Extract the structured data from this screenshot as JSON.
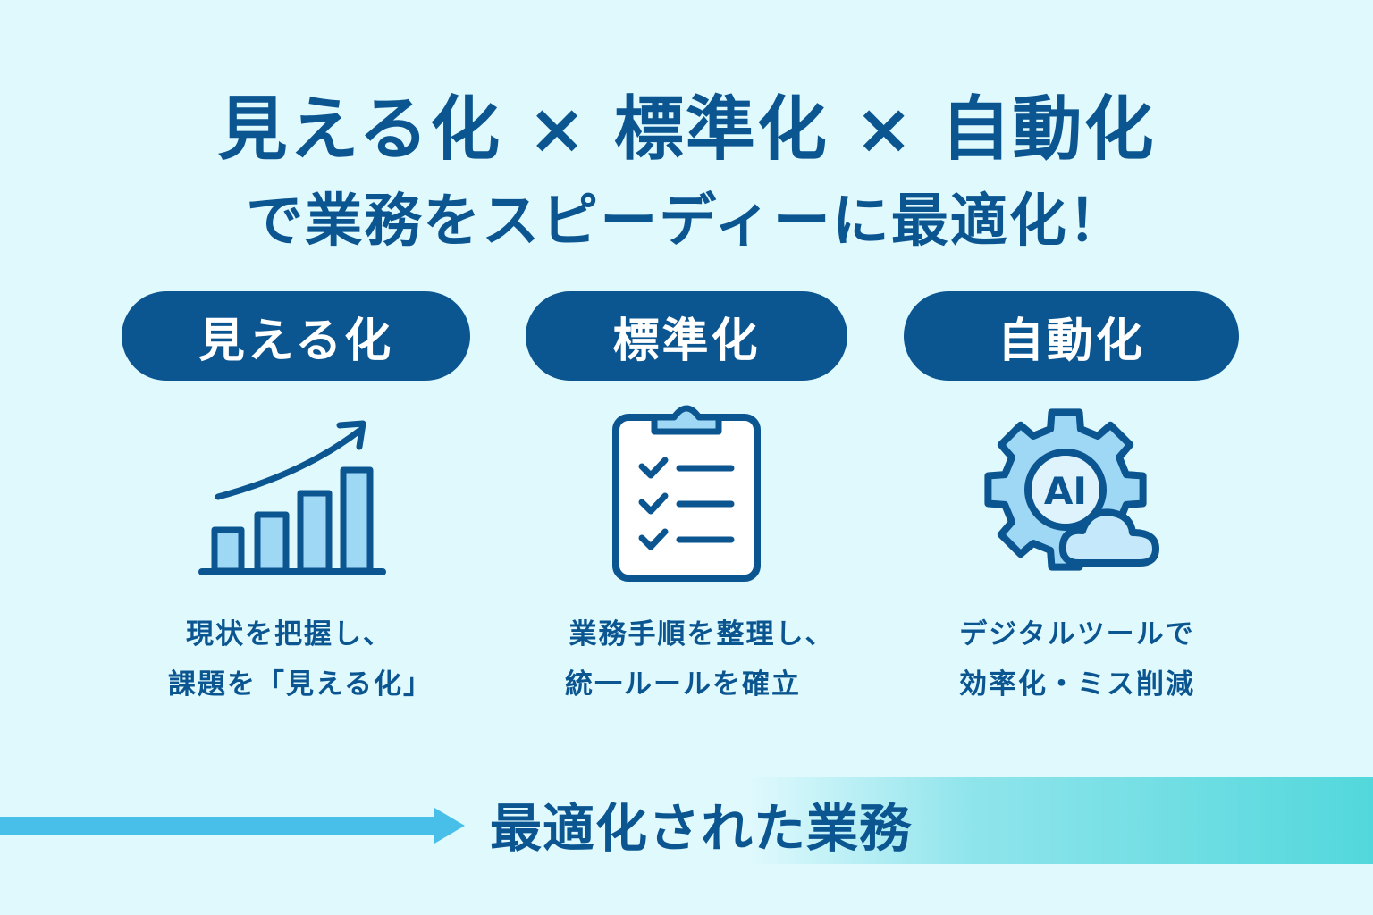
{
  "title": {
    "line1": "見える化 × 標準化 × 自動化",
    "line2": "で業務をスピーディーに最適化！"
  },
  "pillars": [
    {
      "label": "見える化",
      "icon": "bar-chart-growth-icon",
      "desc1": "現状を把握し、",
      "desc2": "課題を「見える化」"
    },
    {
      "label": "標準化",
      "icon": "clipboard-checklist-icon",
      "desc1": "業務手順を整理し、",
      "desc2": "統一ルールを確立"
    },
    {
      "label": "自動化",
      "icon": "ai-gear-cloud-icon",
      "ai_text": "AI",
      "desc1": "デジタルツールで",
      "desc2": "効率化・ミス削減"
    }
  ],
  "result": {
    "label": "最適化された業務"
  },
  "colors": {
    "background": "#dff9fd",
    "primary": "#0b5591",
    "light": "#9fd8f5",
    "arrow": "#48bfe9",
    "band": "#52d8dc"
  }
}
